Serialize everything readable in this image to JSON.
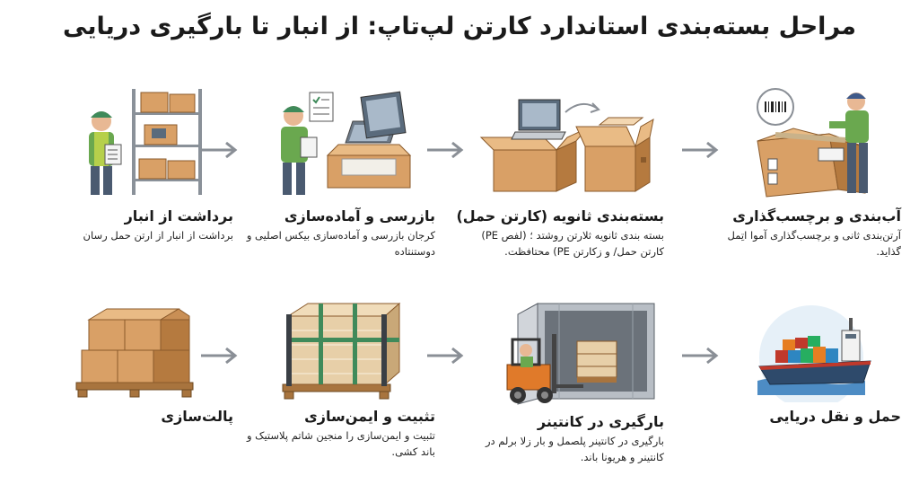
{
  "title": "مراحل بسته‌بندی استاندارد کارتن لپ‌تاپ: از انبار تا بارگیری دریایی",
  "steps": [
    {
      "heading": "برداشت از انبار",
      "desc": "برداشت از انبار از ارتن حمل رسان",
      "icon": "warehouse-picking-icon"
    },
    {
      "heading": "بازرسی و آماده‌سازی",
      "desc": "کرجان بازرسی و آماده‌سازی بیکس اصلیی و دوستنتاده",
      "icon": "inspection-icon"
    },
    {
      "heading": "بسته‌بندی ثانویه (کارتن حمل)",
      "desc": "بسته بندی ثانویه ثلارتن روشتد ؛ (لفص PE) کارتن حمل/ و زکارتن PE) محتافظت.",
      "icon": "secondary-packaging-icon"
    },
    {
      "heading": "آب‌بندی و برچسب‌گذاری",
      "desc": "آرتن‌بندی ثانی و برچسب‌گذاری آموا اتِمل گذاید.",
      "icon": "sealing-labeling-icon"
    },
    {
      "heading": "پالت‌سازی",
      "desc": "",
      "icon": "palletizing-icon"
    },
    {
      "heading": "تثبیت و ایمن‌سازی",
      "desc": "تثبیت و ایمن‌سازی را منجین شاتم پلاستیک و باند کشی.",
      "icon": "securing-icon"
    },
    {
      "heading": "بارگیری در کانتینر",
      "desc": "بارگیری در کانتینر پلصمل و بار زلا برلم در کانتینر و هریونا باند.",
      "icon": "container-loading-icon"
    },
    {
      "heading": "حمل و نقل دریایی",
      "desc": "",
      "icon": "sea-freight-icon"
    }
  ],
  "colors": {
    "box": "#d9a066",
    "box_dark": "#b57a3f",
    "shirt": "#6aa84f",
    "cap": "#3f8a5a",
    "arrow": "#8a8f96",
    "steel": "#8a9199",
    "pallet": "#a8743e",
    "ship_hull": "#2e4a6b",
    "sea": "#4d8cc4"
  }
}
